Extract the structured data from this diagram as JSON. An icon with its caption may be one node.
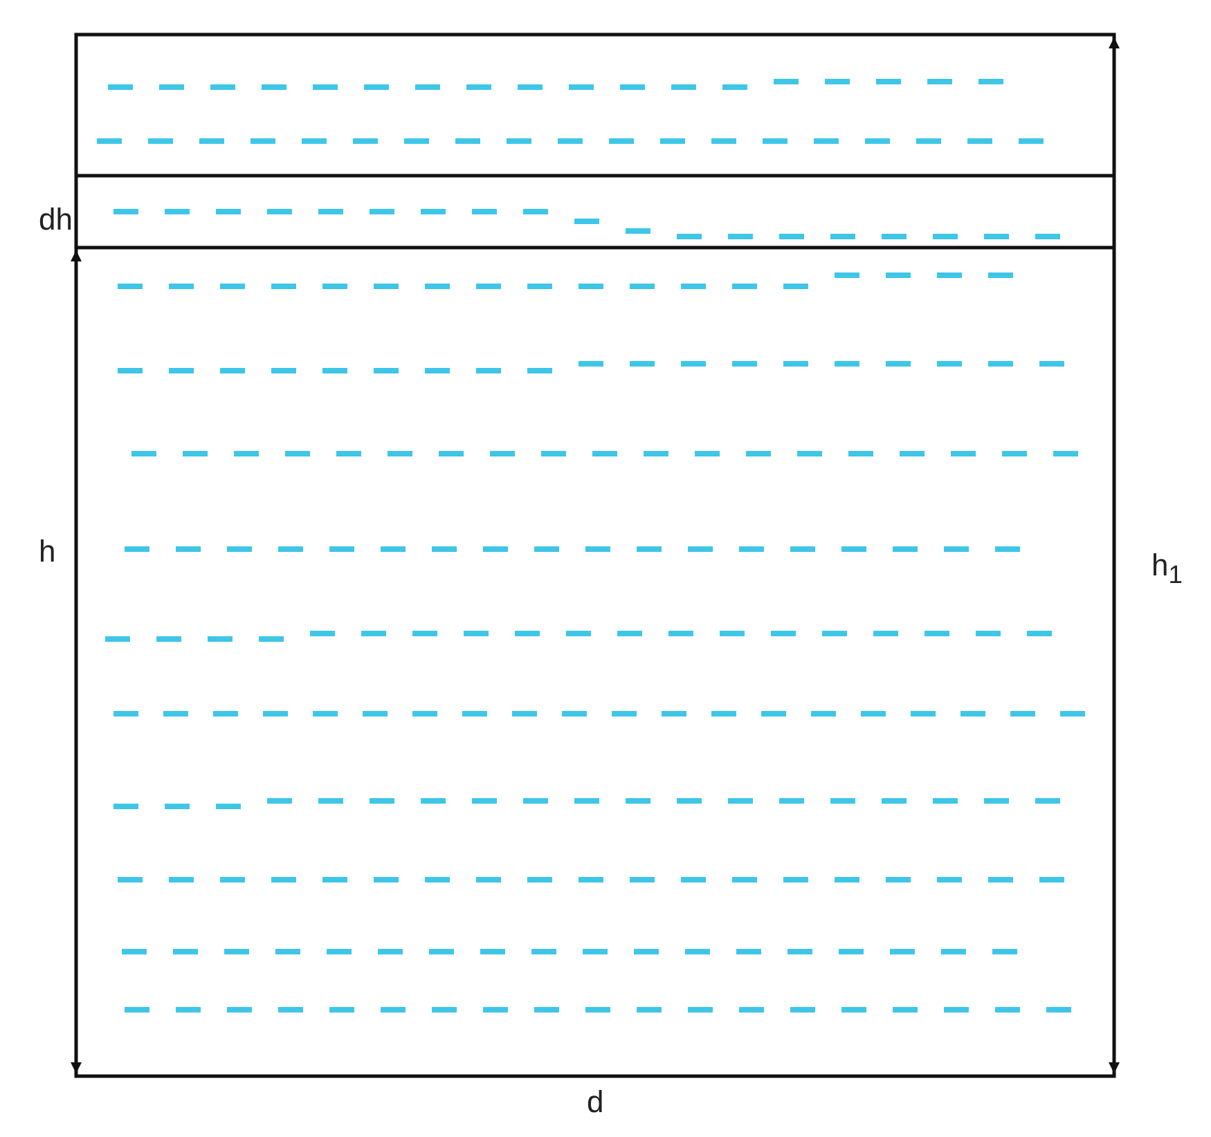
{
  "diagram": {
    "labels": [
      "dh",
      "h",
      "h$_{1}$",
      "d"
    ]
  }
}
